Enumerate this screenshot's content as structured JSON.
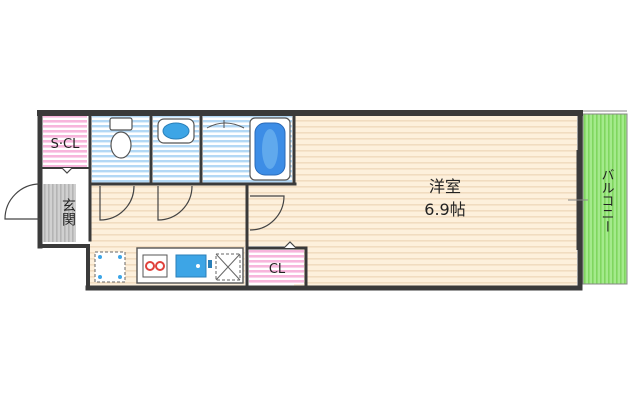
{
  "rooms": {
    "western": {
      "name": "洋室",
      "size": "6.9帖"
    },
    "balcony": {
      "label": "バルコニー"
    },
    "sCloset": {
      "label": "S·CL"
    },
    "entrance": {
      "label": "玄関"
    },
    "closet": {
      "label": "CL"
    }
  },
  "colors": {
    "wall": "#3a3a3a",
    "floorWood": "#fdf0dc",
    "floorStripe": "#f1dcc0",
    "wetBlue": "#8ec5ee",
    "wetStripe": "#c9e4f8",
    "closetPink": "#f59fcf",
    "closetStripe": "#fbd3ea",
    "balconyGreen": "#86e06a",
    "entranceGray": "#bdbdbd",
    "fixtureBlue": "#3da5e6",
    "stoveRed": "#e0413b"
  },
  "icons": [
    "toilet-icon",
    "washbasin-icon",
    "bathtub-icon",
    "sink-icon",
    "stove-icon",
    "fridge-icon",
    "washer-icon"
  ]
}
